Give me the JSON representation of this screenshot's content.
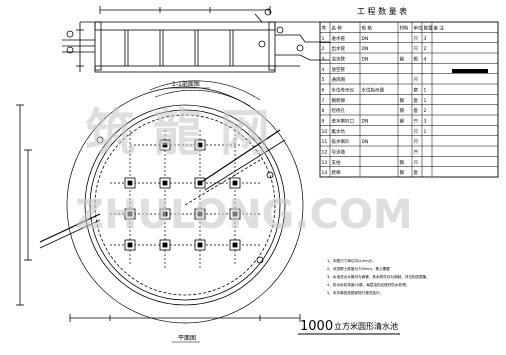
{
  "table": {
    "title": "工 程 数 量 表",
    "headers": [
      "序",
      "名 称",
      "规 格",
      "材料",
      "单位",
      "数量",
      "备 注"
    ],
    "rows": [
      {
        "no": "1",
        "name": "进水管",
        "spec": "DN",
        "material": "",
        "unit": "只",
        "qty": "3",
        "note": ""
      },
      {
        "no": "2",
        "name": "出水管",
        "spec": "DN",
        "material": "",
        "unit": "只",
        "qty": "2",
        "note": ""
      },
      {
        "no": "3",
        "name": "溢流管",
        "spec": "DN",
        "material": "钢",
        "unit": "根",
        "qty": "4",
        "note": ""
      },
      {
        "no": "4",
        "name": "放空管",
        "spec": "",
        "material": "",
        "unit": "",
        "qty": "",
        "note": ""
      },
      {
        "no": "5",
        "name": "通风帽",
        "spec": "",
        "material": "",
        "unit": "只",
        "qty": "",
        "note": ""
      },
      {
        "no": "6",
        "name": "水位传示仪",
        "spec": "水位指示器",
        "material": "",
        "unit": "套",
        "qty": "1",
        "note": ""
      },
      {
        "no": "7",
        "name": "钢爬梯",
        "spec": "",
        "material": "钢",
        "unit": "套",
        "qty": "1",
        "note": ""
      },
      {
        "no": "8",
        "name": "检修孔",
        "spec": "",
        "material": "钢",
        "unit": "套",
        "qty": "2",
        "note": ""
      },
      {
        "no": "9",
        "name": "进水喇叭口",
        "spec": "DN",
        "material": "钢",
        "unit": "只",
        "qty": "3",
        "note": ""
      },
      {
        "no": "10",
        "name": "集水坑",
        "spec": "",
        "material": "",
        "unit": "只",
        "qty": "1",
        "note": ""
      },
      {
        "no": "11",
        "name": "吸水喇叭",
        "spec": "DN",
        "material": "",
        "unit": "只",
        "qty": "",
        "note": ""
      },
      {
        "no": "12",
        "name": "导流墙",
        "spec": "",
        "material": "",
        "unit": "只",
        "qty": "",
        "note": ""
      },
      {
        "no": "13",
        "name": "支柱",
        "spec": "",
        "material": "钢",
        "unit": "只",
        "qty": "",
        "note": ""
      },
      {
        "no": "14",
        "name": "爬梯",
        "spec": "",
        "material": "钢",
        "unit": "套",
        "qty": "",
        "note": ""
      }
    ]
  },
  "section_label": "1-1剖面图",
  "plan_label": "平面图",
  "drawing_title_number": "1000",
  "drawing_title_text": "立方米圆形清水池",
  "notes": [
    "1、本图尺寸单位均以mm计。",
    "2、池顶覆土厚度为700mm，覆土需要",
    "3、水池进出水管均为钢管，其余附件均为钢制，详见相关图集。",
    "4、防水砂浆抹面20厚，每层结构应做好防水处理。",
    "5、未尽事宜按国家现行规范执行。"
  ],
  "watermark_cn": "筑 龍 网",
  "watermark_en": "ZHULONG.COM",
  "colors": {
    "line": "#000000",
    "watermark": "#c8c8c8",
    "background": "#ffffff"
  }
}
